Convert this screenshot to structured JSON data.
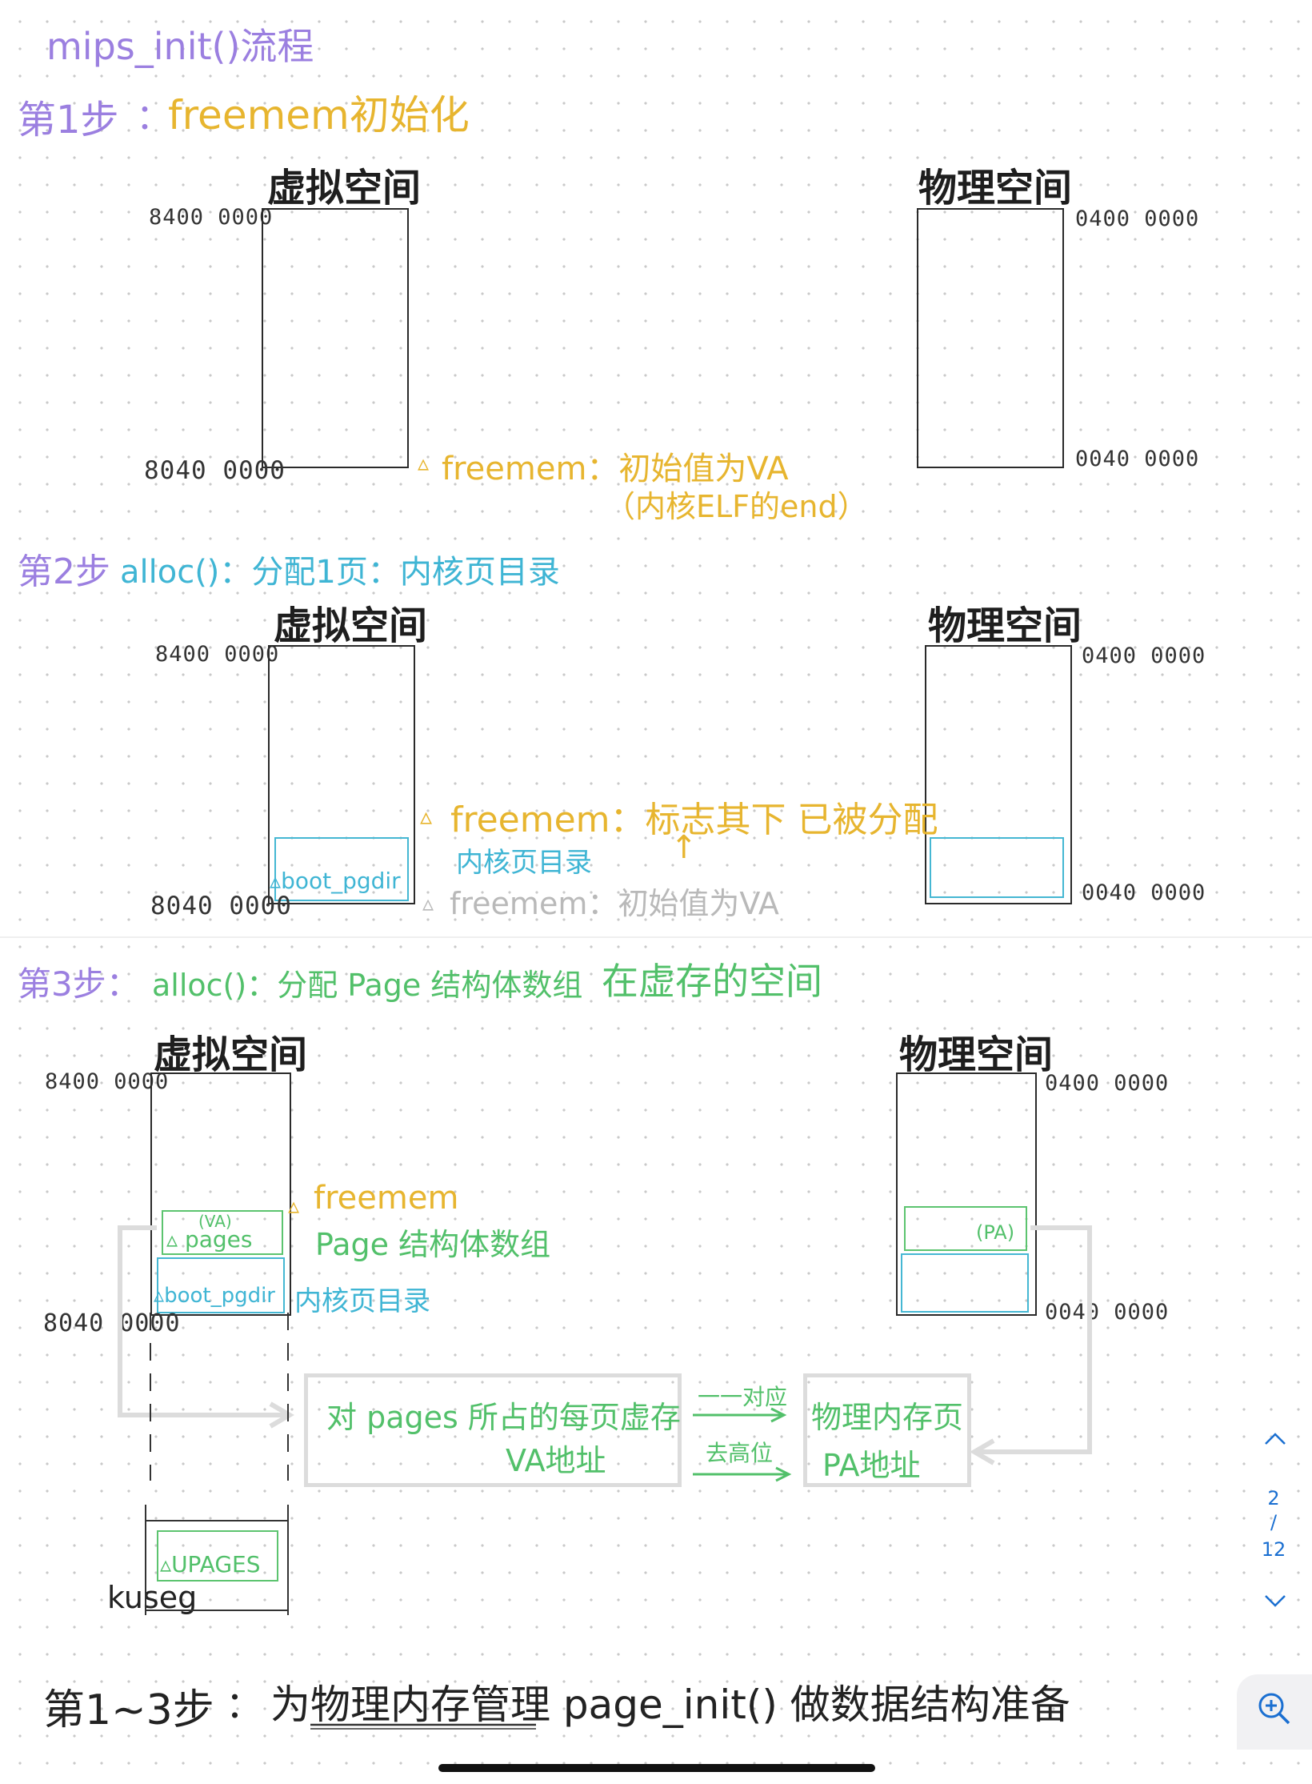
{
  "title": "mips_init()流程",
  "step1": {
    "heading_label": "第1步",
    "heading_sep": "：",
    "heading_text": "freemem初始化",
    "va_title": "虚拟空间",
    "pa_title": "物理空间",
    "va_top": "8400 0000",
    "va_bottom": "8040 0000",
    "pa_top": "0400 0000",
    "pa_bottom": "0040 0000",
    "freemem_note_line1": "freemem：初始值为VA",
    "freemem_note_line2": "（内核ELF的end）"
  },
  "step2": {
    "heading_label": "第2步",
    "heading_text": "alloc()：分配1页：内核页目录",
    "va_title": "虚拟空间",
    "pa_title": "物理空间",
    "va_top": "8400 0000",
    "va_bottom": "8040 0000",
    "pa_top": "0400 0000",
    "pa_bottom": "0040 0000",
    "freemem_note": "freemem：标志其下 已被分配",
    "kernel_pgdir": "内核页目录",
    "boot_pgdir": "boot_pgdir",
    "old_freemem": "freemem：初始值为VA"
  },
  "step3": {
    "heading_label": "第3步：",
    "heading_text": "alloc()：分配 Page 结构体数组",
    "heading_tail": "在虚存的空间",
    "va_title": "虚拟空间",
    "pa_title": "物理空间",
    "va_top": "8400 0000",
    "va_bottom": "8040 0000",
    "pa_top": "0400 0000",
    "pa_bottom": "0040 0000",
    "freemem": "freemem",
    "page_array": "Page 结构体数组",
    "va_tag": "(VA)",
    "pages": "pages",
    "boot_pgdir": "boot_pgdir",
    "kernel_pgdir": "内核页目录",
    "pa_tag": "(PA)",
    "box_left_line1": "对 pages 所占的每页虚存",
    "box_left_line2": "VA地址",
    "arrow_top": "一一对应",
    "arrow_bottom": "去高位",
    "box_right_line1": "物理内存页",
    "box_right_line2": "PA地址",
    "upages": "UPAGES",
    "kuseg": "kuseg"
  },
  "summary": {
    "label": "第1~3步",
    "sep": "：",
    "text": "为物理内存管理 page_init() 做数据结构准备"
  },
  "pager": {
    "current": "2",
    "slash": "/",
    "total": "12"
  },
  "colors": {
    "purple": "#9b7fe0",
    "yellow": "#e7b52f",
    "cyan": "#3fb5d4",
    "green": "#52c06a",
    "accent_blue": "#1a6fd1"
  },
  "icons": {
    "prev": "chevron-up-icon",
    "next": "chevron-down-icon",
    "zoom": "zoom-in-icon"
  }
}
